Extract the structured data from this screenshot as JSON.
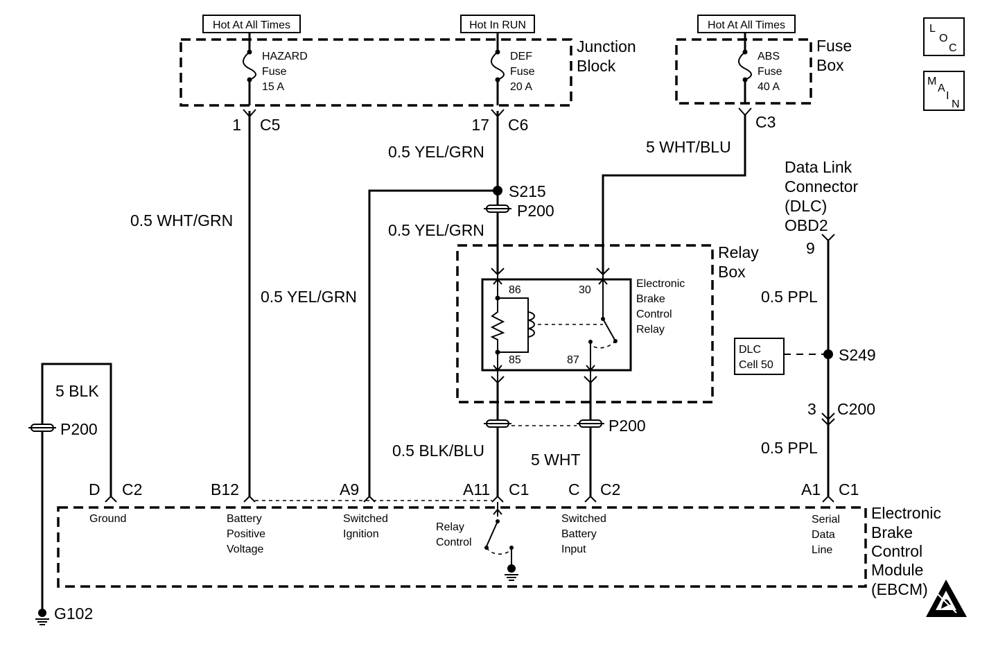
{
  "hot_labels": {
    "hazard": "Hot At All Times",
    "def": "Hot In RUN",
    "abs": "Hot At All Times"
  },
  "blocks": {
    "junction": [
      "Junction",
      "Block"
    ],
    "fusebox": [
      "Fuse",
      "Box"
    ],
    "relaybox": [
      "Relay",
      "Box"
    ],
    "ebcm": [
      "Electronic",
      "Brake",
      "Control",
      "Module",
      "(EBCM)"
    ]
  },
  "fuses": {
    "hazard": [
      "HAZARD",
      "Fuse",
      "15 A"
    ],
    "def": [
      "DEF",
      "Fuse",
      "20 A"
    ],
    "abs": [
      "ABS",
      "Fuse",
      "40 A"
    ]
  },
  "nav": {
    "loc": [
      "L",
      "O",
      "C"
    ],
    "main": [
      "M",
      "A",
      "I",
      "N"
    ]
  },
  "connectors": {
    "c5_pin": "1",
    "c5": "C5",
    "c6_pin": "17",
    "c6": "C6",
    "c3": "C3",
    "dlc_pin": "9",
    "c200_pin": "3",
    "c200": "C200",
    "p200": "P200",
    "d": "D",
    "c2": "C2",
    "b12": "B12",
    "a9": "A9",
    "a11": "A11",
    "c1": "C1",
    "c": "C",
    "a1": "A1"
  },
  "wires": {
    "yel_grn": "0.5 YEL/GRN",
    "wht_blu": "5 WHT/BLU",
    "wht_grn": "0.5 WHT/GRN",
    "blk": "5 BLK",
    "blk_blu": "0.5 BLK/BLU",
    "wht": "5 WHT",
    "ppl": "0.5 PPL"
  },
  "splices": {
    "s215": "S215",
    "s249": "S249"
  },
  "dlc": [
    "Data Link",
    "Connector",
    "(DLC)",
    "OBD2"
  ],
  "dlc_cell": [
    "DLC",
    "Cell 50"
  ],
  "relay": {
    "name": [
      "Electronic",
      "Brake",
      "Control",
      "Relay"
    ],
    "pin86": "86",
    "pin85": "85",
    "pin30": "30",
    "pin87": "87"
  },
  "ground": "G102",
  "module_pins": {
    "ground": [
      "Ground"
    ],
    "battery": [
      "Battery",
      "Positive",
      "Voltage"
    ],
    "ignition": [
      "Switched",
      "Ignition"
    ],
    "relay": [
      "Relay",
      "Control"
    ],
    "switched_batt": [
      "Switched",
      "Battery",
      "Input"
    ],
    "serial": [
      "Serial",
      "Data",
      "Line"
    ]
  }
}
